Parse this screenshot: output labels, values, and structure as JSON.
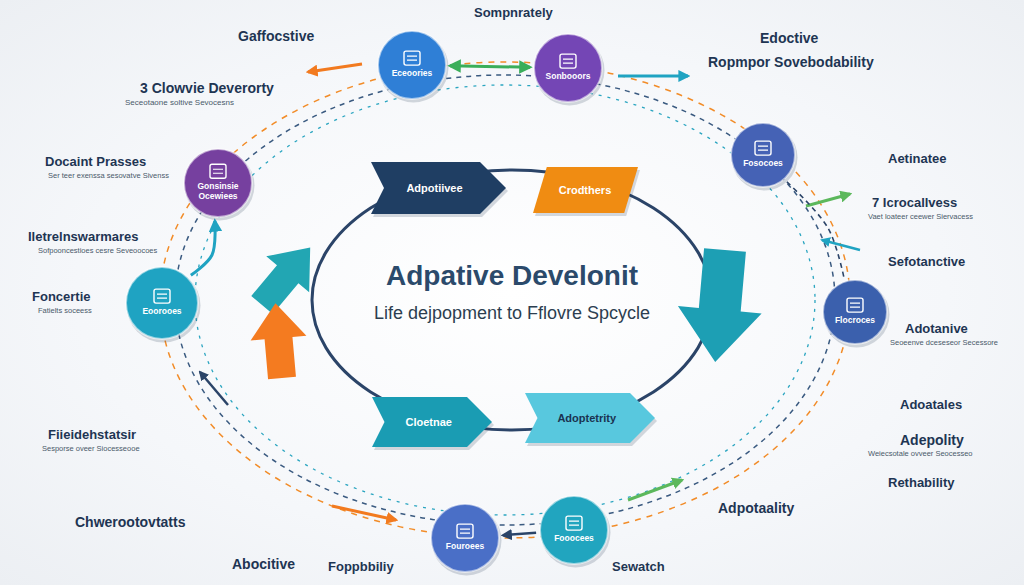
{
  "diagram": {
    "title": "Adpative Develonit",
    "caption": "Life dejpopment to Fflovre Spcycle",
    "nodes": [
      {
        "text": [
          "Eceoories"
        ]
      },
      {
        "text": [
          "Sonbooors"
        ]
      },
      {
        "text": [
          "Fosocoes"
        ]
      },
      {
        "text": [
          "Gonsinsie Ocewiees"
        ]
      },
      {
        "text": [
          "Adpotiivee"
        ]
      },
      {
        "text": [
          "Crodthers"
        ]
      },
      {
        "text": [
          "Eoorooes"
        ]
      },
      {
        "text": [
          "Flocroces"
        ]
      },
      {
        "text": [
          "Cloetnae"
        ]
      },
      {
        "text": [
          "Adoptetrity"
        ]
      },
      {
        "text": [
          "Fouroees"
        ]
      },
      {
        "text": [
          "Fooocees"
        ]
      }
    ],
    "edges": [
      {
        "from": 0,
        "to": 1,
        "arrow": "both"
      },
      {
        "from": 6,
        "to": 3,
        "arrow": "to"
      },
      {
        "from": 2,
        "to": 7,
        "arrow": "none"
      },
      {
        "from": 11,
        "to": 10,
        "arrow": "to"
      }
    ],
    "labels": [
      "Sompnrately",
      "Gaffocstive",
      "3 Clowvie Deverorty",
      "Seceotaone soltive Sevocesns",
      "Docaint Prasses",
      "Ser teer exenssa sesovatve Sivenss",
      "Iletrelnswarmares",
      "Sofpooncestioes cesre Seveoocoes",
      "Foncertie",
      "Fatielts soceess",
      "Fiieidehstatsir",
      "Sesporse oveer Siocesseooe",
      "Chwerootovtatts",
      "Abocitive",
      "Foppbbiliy",
      "Sewatch",
      "Adpotaality",
      "Edoctive",
      "Ropmpor Sovebodability",
      "Aetinatee",
      "7 Icrocallvess",
      "Vaet loateer ceewer Siervacess",
      "Sefotanctive",
      "Adotanive",
      "Seoeenve dceseseor Secessore",
      "Adoatales",
      "Adepolity",
      "Weiecsotale ovveer Seocesseo",
      "Rethability"
    ]
  }
}
